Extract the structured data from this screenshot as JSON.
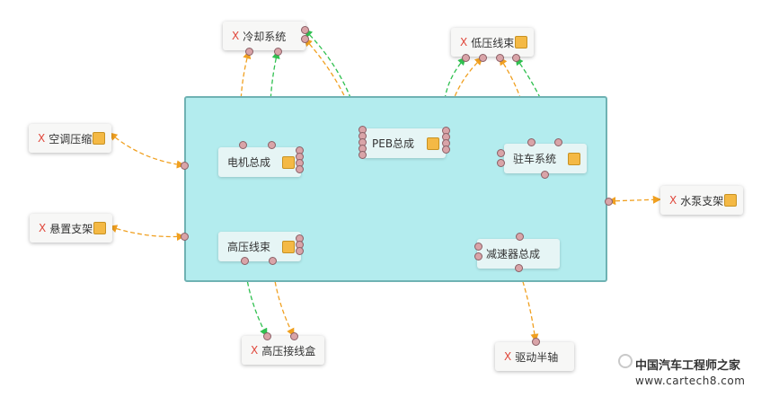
{
  "diagram": {
    "zone_color": "#b3ecee",
    "nodes": {
      "cooling": {
        "x_mark": "X",
        "label": "冷却系统"
      },
      "lv_harness": {
        "x_mark": "X",
        "label": "低压线束"
      },
      "ac_compressor": {
        "x_mark": "X",
        "label": "空调压缩机"
      },
      "suspension_bracket": {
        "x_mark": "X",
        "label": "悬置支架"
      },
      "motor_assembly": {
        "label": "电机总成"
      },
      "peb_assembly": {
        "label": "PEB总成"
      },
      "parking_system": {
        "label": "驻车系统"
      },
      "hv_harness": {
        "label": "高压线束"
      },
      "reducer_assembly": {
        "label": "减速器总成"
      },
      "water_pump_bracket": {
        "x_mark": "X",
        "label": "水泵支架"
      },
      "hv_junction_box": {
        "x_mark": "X",
        "label": "高压接线盒"
      },
      "drive_half_shaft": {
        "x_mark": "X",
        "label": "驱动半轴"
      }
    },
    "edge_colors": {
      "orange": "#f0a020",
      "green": "#30c050",
      "blue": "#1020d0"
    }
  },
  "watermark": {
    "logo_text": "中国汽车工程师之家",
    "site": "www.cartech8.com"
  }
}
